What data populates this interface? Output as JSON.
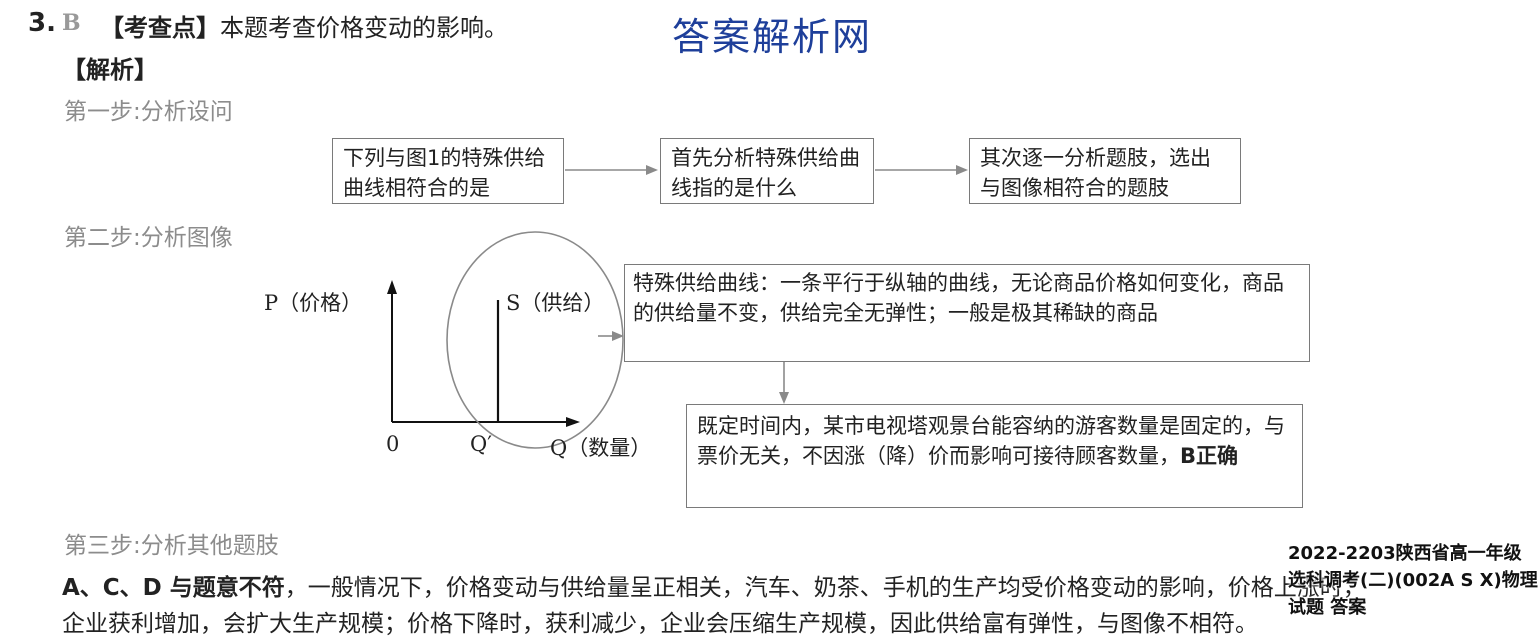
{
  "question": {
    "number": "3",
    "answer": "B",
    "kaochadian_tag": "【考查点】",
    "kaochadian_text": "本题考查价格变动的影响。",
    "jiexi": "【解析】"
  },
  "watermark": "答案解析网",
  "steps": {
    "step1": "第一步:分析设问",
    "step2": "第二步:分析图像",
    "step3": "第三步:分析其他题肢"
  },
  "flow": {
    "box1": "下列与图1的特殊供给曲线相符合的是",
    "box2": "首先分析特殊供给曲线指的是什么",
    "box3": "其次逐一分析题肢，选出与图像相符合的题肢"
  },
  "graph": {
    "y_label": "P（价格）",
    "s_label": "S（供给）",
    "origin": "0",
    "q_prime": "Q′",
    "x_label": "Q（数量）"
  },
  "explain": {
    "box_special": "特殊供给曲线：一条平行于纵轴的曲线，无论商品价格如何变化，商品的供给量不变，供给完全无弹性；一般是极其稀缺的商品",
    "box_b": "既定时间内，某市电视塔观景台能容纳的游客数量是固定的，与票价无关，不因涨（降）价而影响可接待顾客数量，",
    "box_b_bold": "B正确"
  },
  "conclusion": {
    "lead_bold": "A、C、D 与题意不符",
    "line1": "，一般情况下，价格变动与供给量呈正相关，汽车、奶茶、手机的生产均受价格变动的影响，价格上涨时，",
    "line2": "企业获利增加，会扩大生产规模；价格下降时，获利减少，企业会压缩生产规模，因此供给富有弹性，与图像不相符。"
  },
  "side_label": "2022-2203陕西省高一年级选科调考(二)(002A S X)物理试题 答案"
}
